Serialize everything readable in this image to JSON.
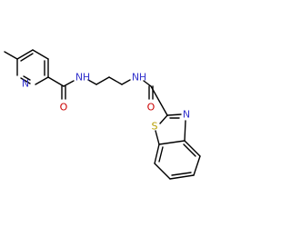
{
  "molecule": {
    "atoms": {
      "n_pyridine": "N",
      "o_amide_left": "O",
      "nh_left": "N",
      "h_left": "H",
      "nh_right": "N",
      "h_right": "H",
      "o_amide_right": "O",
      "s_thiazole": "S",
      "n_thiazole": "N"
    },
    "colors": {
      "bond": "#000000",
      "nitrogen": "#3333cc",
      "oxygen": "#cc0000",
      "sulfur": "#b8a000"
    }
  }
}
